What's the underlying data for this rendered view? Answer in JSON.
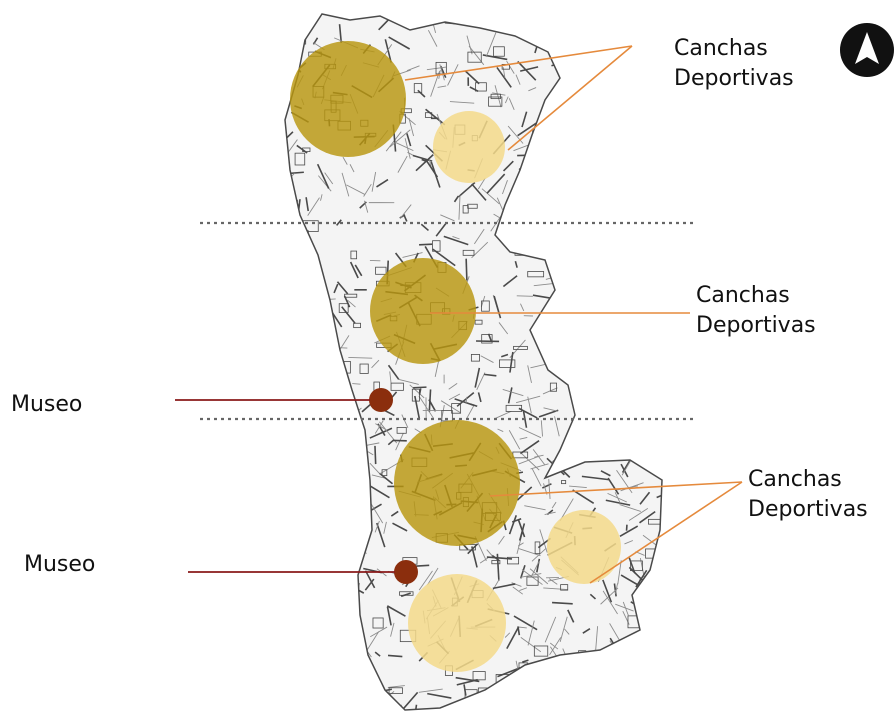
{
  "map": {
    "colors": {
      "background": "#ffffff",
      "streets": "#4a4a4a",
      "streets_light": "#8c8c8c",
      "sports_dark": "#b8960f",
      "sports_light": "#f3d98a",
      "museum": "#8b2e0d",
      "leader_sports": "#e58a3c",
      "leader_museum": "#8a1a1a",
      "divider": "#666666"
    },
    "north_arrow_icon": "north-arrow-icon",
    "labels": {
      "sports_1": [
        "Canchas",
        "Deportivas"
      ],
      "sports_2": [
        "Canchas",
        "Deportivas"
      ],
      "sports_3": [
        "Canchas",
        "Deportivas"
      ],
      "museum_1": "Museo",
      "museum_2": "Museo"
    },
    "markers": [
      {
        "category": "Canchas Deportivas",
        "tone": "dark"
      },
      {
        "category": "Canchas Deportivas",
        "tone": "light"
      },
      {
        "category": "Canchas Deportivas",
        "tone": "dark"
      },
      {
        "category": "Canchas Deportivas",
        "tone": "dark"
      },
      {
        "category": "Canchas Deportivas",
        "tone": "light"
      },
      {
        "category": "Canchas Deportivas",
        "tone": "light"
      },
      {
        "category": "Museo",
        "tone": "museum"
      },
      {
        "category": "Museo",
        "tone": "museum"
      }
    ]
  }
}
